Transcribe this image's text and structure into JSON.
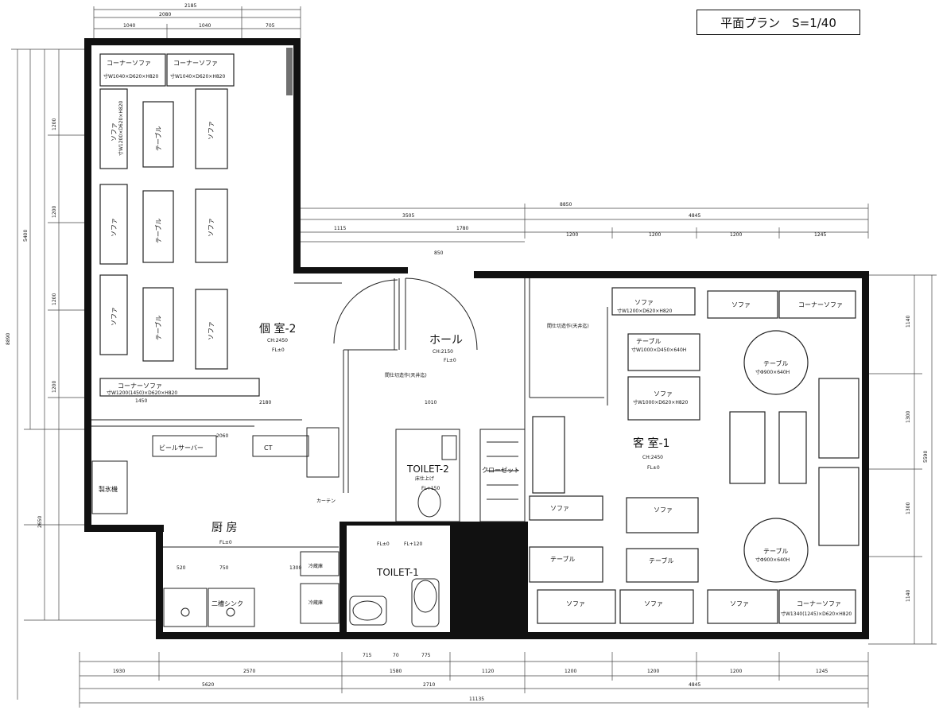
{
  "title": "平面プラン　S=1/40",
  "rooms": {
    "private2": "個 室-2",
    "private2_ch": "CH:2450",
    "private2_fl": "FL±0",
    "hall": "ホール",
    "hall_ch": "CH:2150",
    "hall_fl": "FL±0",
    "guest1": "客 室-1",
    "guest1_ch": "CH:2450",
    "guest1_fl": "FL±0",
    "kitchen": "厨 房",
    "kitchen_fl": "FL±0",
    "toilet2": "TOILET-2",
    "toilet2_sub": "床仕上げ",
    "toilet2_fl": "FL+150",
    "toilet1": "TOILET-1",
    "toilet1_fl_a": "FL±0",
    "toilet1_fl_b": "FL+120",
    "closet": "クローゼット"
  },
  "labels": {
    "beer_server": "ビールサーバー",
    "ct": "CT",
    "ice_maker": "製氷機",
    "double_sink": "二槽シンク",
    "fridge1": "冷蔵庫",
    "fridge2": "冷蔵庫",
    "curtain": "カーテン",
    "ceiling_note1": "間仕切造作(天井迄)",
    "ceiling_note2": "間仕切造作(天井迄)"
  },
  "furniture": {
    "corner_sofa": "コーナーソファ",
    "sofa": "ソファ",
    "table": "テーブル",
    "spec_corner1": "寸W1040×D620×H820",
    "spec_corner2": "寸W1040×D620×H820",
    "spec_sofa_a": "寸W1200×D620×H820",
    "spec_sofa_b": "寸W1000×D620×H820",
    "spec_table_a": "寸W1000×D450×640H",
    "spec_table_round": "寸Φ900×640H",
    "spec_corner_bottom": "寸W1340(1245)×D620×H820",
    "spec_corner_left": "寸W1200(1450)×D620×H820"
  },
  "dimensions": {
    "top_total": "2185",
    "top_a": "2080",
    "top_b1": "1040",
    "top_b2": "1040",
    "top_c": "705",
    "mid_total": "8850",
    "mid_a": "3505",
    "mid_b": "4845",
    "mid_1": "1115",
    "mid_2": "1780",
    "mid_3": "1200",
    "mid_4": "1200",
    "mid_5": "1200",
    "mid_6": "1245",
    "left_total": "8890",
    "left_a": "5400",
    "left_b": "2650",
    "left_1": "1200",
    "left_2": "1200",
    "left_3": "1200",
    "left_4": "1200",
    "right_total": "5590",
    "right_1": "1140",
    "right_2": "1300",
    "right_3": "1300",
    "right_4": "1140",
    "bot_1": "1930",
    "bot_2": "2570",
    "bot_3": "1580",
    "bot_4": "1120",
    "bot_5": "1200",
    "bot_6": "1200",
    "bot_7": "1200",
    "bot_8": "1245",
    "bot_sum_a": "5620",
    "bot_sum_b": "2710",
    "bot_sum_c": "4845",
    "bot_total": "11135",
    "door_w": "850",
    "hall_w": "1010",
    "kitchen_w1": "520",
    "kitchen_w2": "750",
    "kitchen_w3": "1300",
    "corridor": "2180",
    "wall_seg": "1450",
    "counter": "2060",
    "toilet_w1": "715",
    "toilet_w2": "70",
    "toilet_w3": "775"
  }
}
